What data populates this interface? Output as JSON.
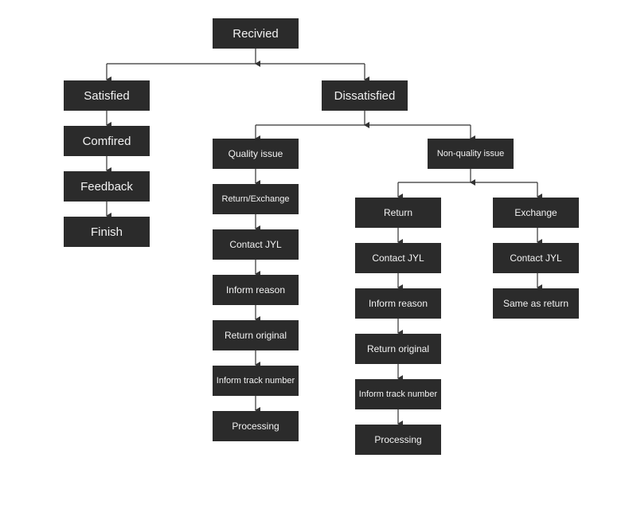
{
  "flowchart": {
    "root": "Recivied",
    "satisfied_branch": [
      "Satisfied",
      "Comfired",
      "Feedback",
      "Finish"
    ],
    "dissatisfied": "Dissatisfied",
    "quality_branch": [
      "Quality issue",
      "Return/Exchange",
      "Contact JYL",
      "Inform reason",
      "Return original",
      "Inform track number",
      "Processing"
    ],
    "non_quality": "Non-quality issue",
    "return_branch": [
      "Return",
      "Contact JYL",
      "Inform reason",
      "Return original",
      "Inform track number",
      "Processing"
    ],
    "exchange_branch": [
      "Exchange",
      "Contact JYL",
      "Same as return"
    ]
  }
}
